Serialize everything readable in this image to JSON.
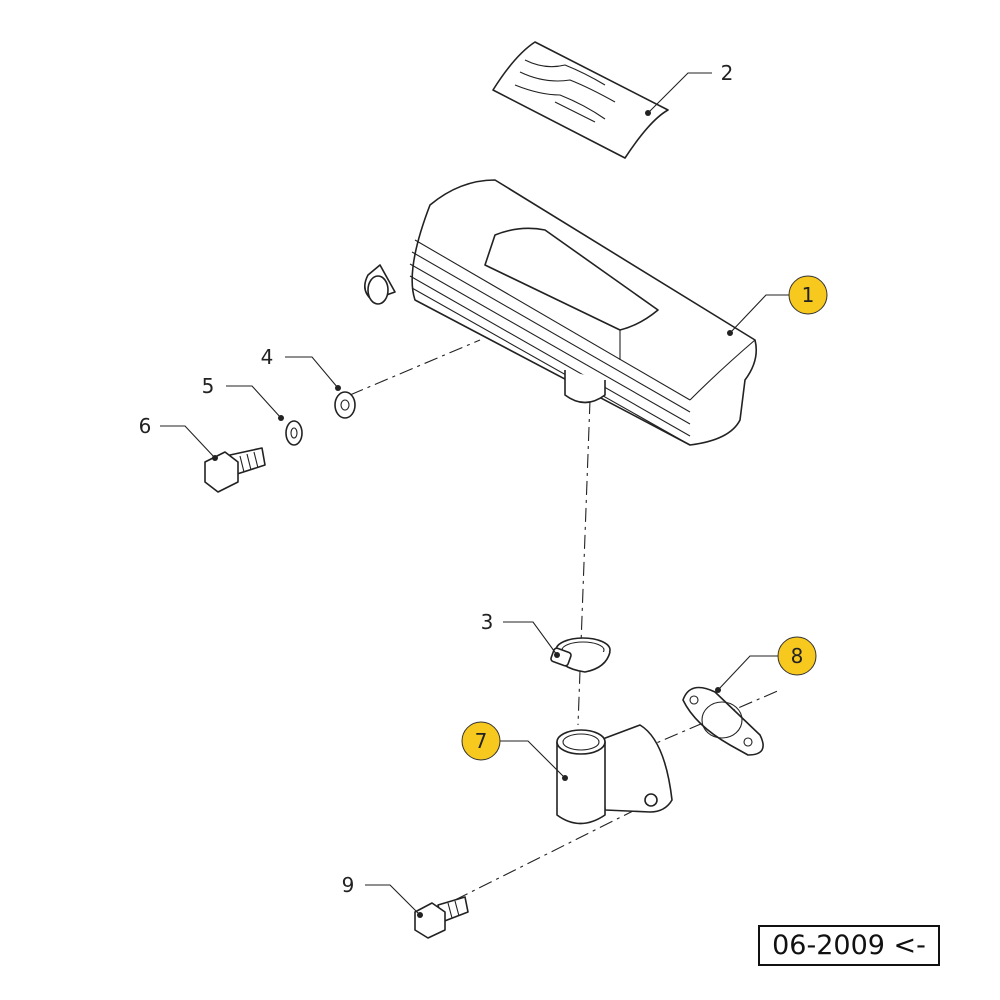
{
  "callouts": [
    {
      "label": "1",
      "highlighted": true
    },
    {
      "label": "2",
      "highlighted": false
    },
    {
      "label": "3",
      "highlighted": false
    },
    {
      "label": "4",
      "highlighted": false
    },
    {
      "label": "5",
      "highlighted": false
    },
    {
      "label": "6",
      "highlighted": false
    },
    {
      "label": "7",
      "highlighted": true
    },
    {
      "label": "8",
      "highlighted": true
    },
    {
      "label": "9",
      "highlighted": false
    }
  ],
  "date_stamp": "06-2009 <-",
  "colors": {
    "highlight": "#F7C81E",
    "line": "#222222"
  }
}
